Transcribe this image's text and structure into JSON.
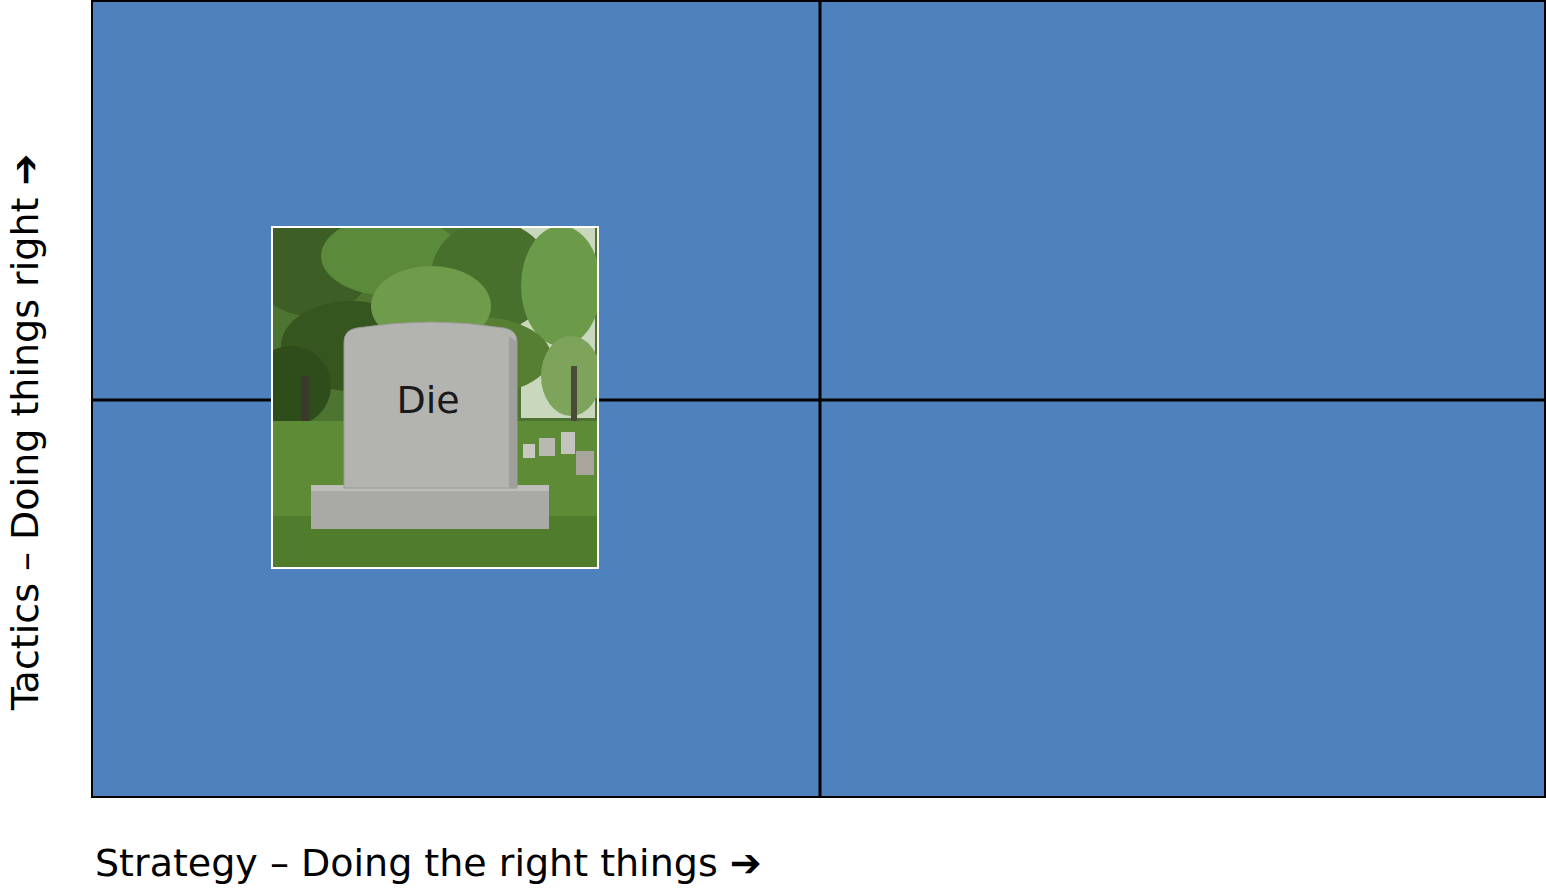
{
  "diagram": {
    "nodes": [
      {
        "text": [
          "Die"
        ]
      }
    ],
    "labels": [
      "Tactics – Doing things right ➔",
      "Strategy – Doing the right things ➔"
    ]
  }
}
